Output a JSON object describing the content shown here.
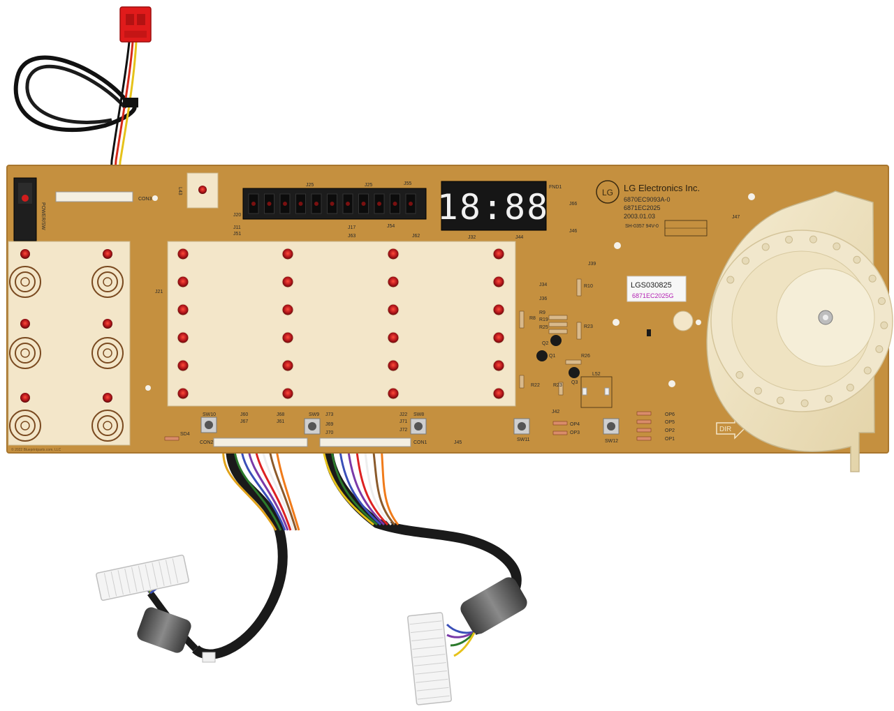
{
  "board": {
    "brand": "LG Electronics Inc.",
    "part_number_1": "6870EC9093A-0",
    "part_number_2": "6871EC2025",
    "date": "2003.01.03",
    "cert": "SH-0357 94V-0",
    "display_digits": "18:88",
    "sticker_code": "LGS030825",
    "sticker_part": "6871EC2025G",
    "dir_label": "DIR",
    "power_label": "POWER/SW",
    "copyright": "© 2022 Blueprintparts.com, LLC",
    "silkscreen": {
      "con3": "CON3",
      "con1": "CON1",
      "con2": "CON2",
      "fnd1": "FND1",
      "l43": "L43",
      "j20": "J20",
      "j11": "J11",
      "j51": "J51",
      "j25a": "J25",
      "j25b": "J25",
      "j55": "J55",
      "j17": "J17",
      "j54": "J54",
      "j62": "J62",
      "j63": "J63",
      "j32": "J32",
      "j44": "J44",
      "j66": "J66",
      "j46": "J46",
      "j47": "J47",
      "j21": "J21",
      "j39": "J39",
      "j34": "J34",
      "j36": "J36",
      "r10": "R10",
      "r9": "R9",
      "r19": "R19",
      "r25": "R25",
      "r8": "R8",
      "r23": "R23",
      "q2": "Q2",
      "q1": "Q1",
      "r26": "R26",
      "q3": "Q3",
      "l52": "L52",
      "r22": "R22",
      "r23b": "R23",
      "j42": "J42",
      "sw10": "SW10",
      "sw9": "SW9",
      "sw8": "SW8",
      "sw11": "SW11",
      "sw12": "SW12",
      "sd4": "SD4",
      "j60": "J60",
      "j68": "J68",
      "j67": "J67",
      "j61": "J61",
      "j73": "J73",
      "j69": "J69",
      "j70": "J70",
      "j22": "J22",
      "j71": "J71",
      "j72": "J72",
      "j45": "J45",
      "op4": "OP4",
      "op3": "OP3",
      "op6": "OP6",
      "op5": "OP5",
      "op2": "OP2",
      "op1": "OP1"
    }
  },
  "colors": {
    "pcb": "#c5903f",
    "pcb_edge": "#a8762e",
    "panel": "#f3e6c9",
    "led": "#b0151a",
    "display": "#161616",
    "segment": "#f1f1f1",
    "connector_red": "#e01b1b",
    "knob": "#efe3c2"
  }
}
